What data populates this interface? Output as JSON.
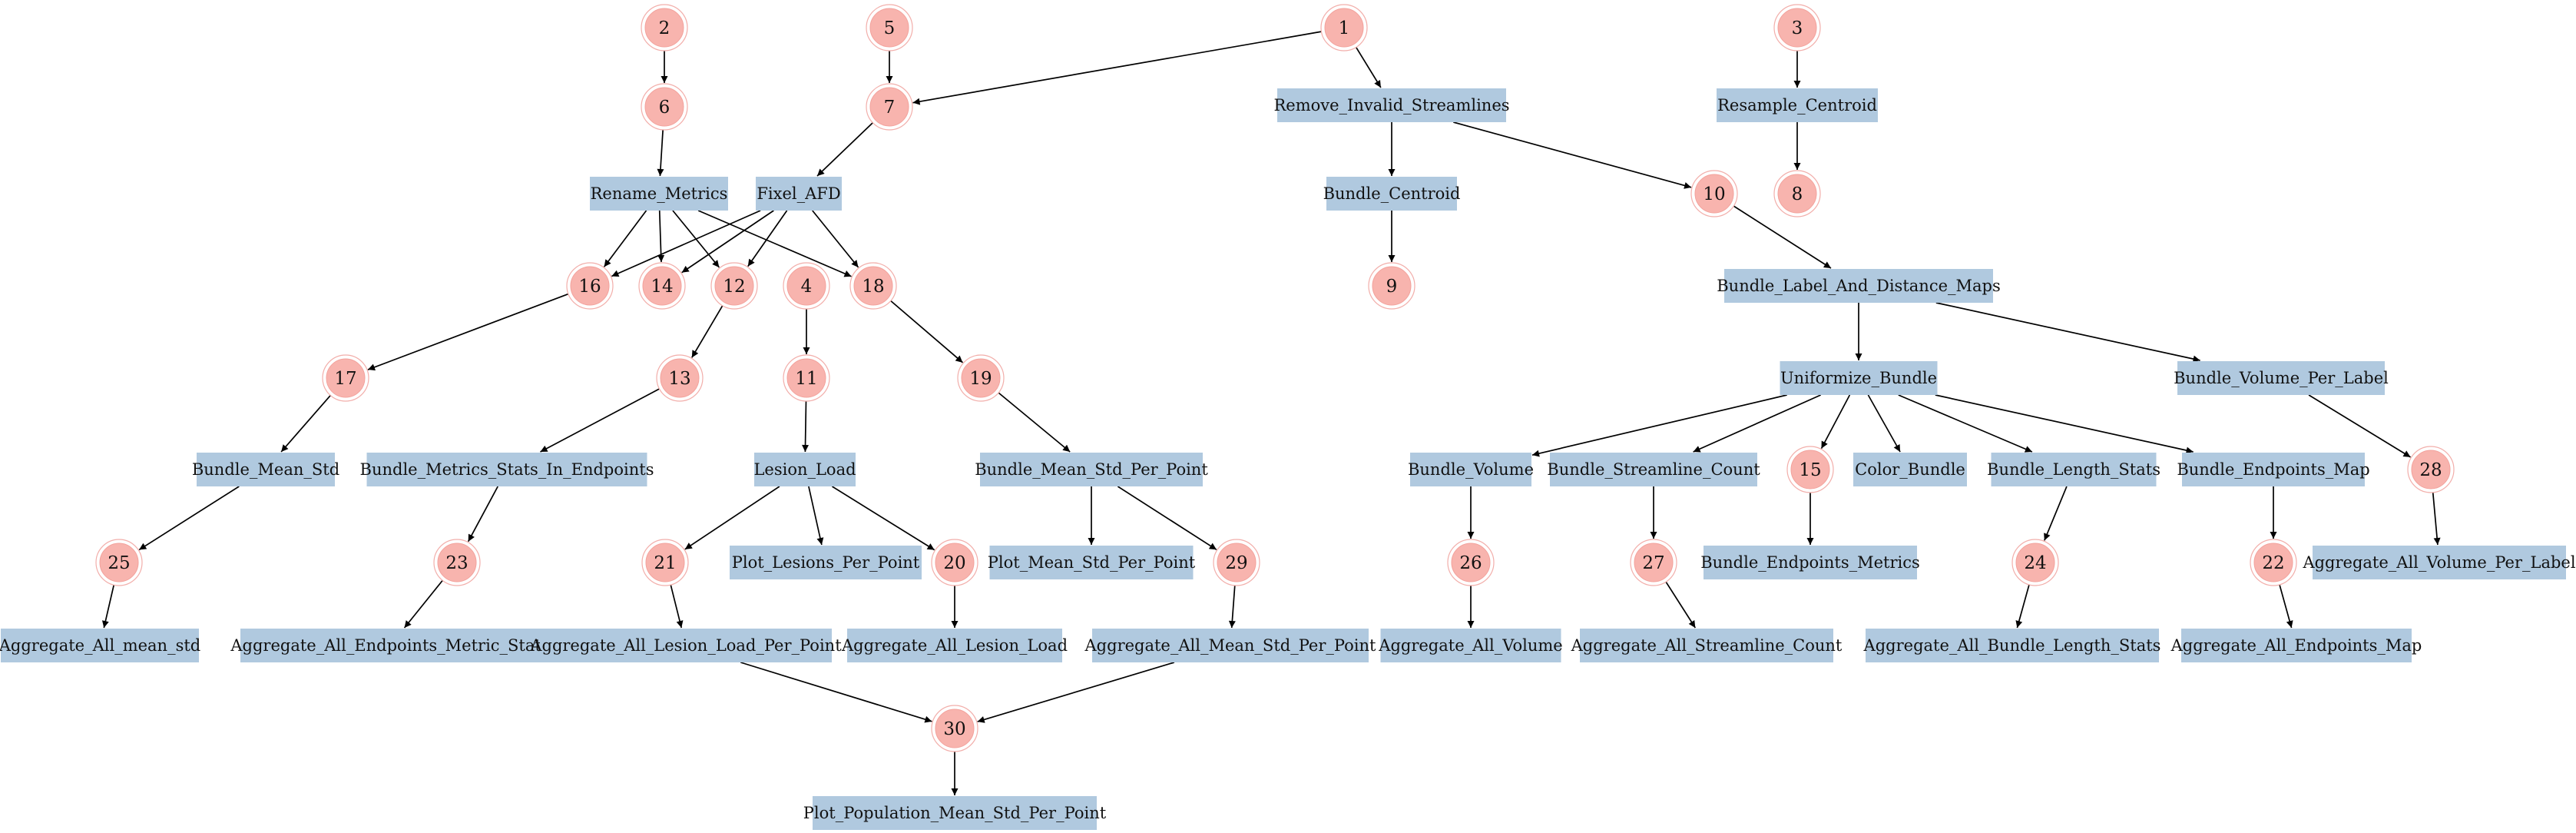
{
  "diagram": {
    "processes": [
      {
        "id": "p_rename",
        "label": "Rename_Metrics"
      },
      {
        "id": "p_fixel",
        "label": "Fixel_AFD"
      },
      {
        "id": "p_remove",
        "label": "Remove_Invalid_Streamlines"
      },
      {
        "id": "p_resample",
        "label": "Resample_Centroid"
      },
      {
        "id": "p_centroid",
        "label": "Bundle_Centroid"
      },
      {
        "id": "p_labelmaps",
        "label": "Bundle_Label_And_Distance_Maps"
      },
      {
        "id": "p_uniformize",
        "label": "Uniformize_Bundle"
      },
      {
        "id": "p_vol_label",
        "label": "Bundle_Volume_Per_Label"
      },
      {
        "id": "p_meanstd",
        "label": "Bundle_Mean_Std"
      },
      {
        "id": "p_metricsends",
        "label": "Bundle_Metrics_Stats_In_Endpoints"
      },
      {
        "id": "p_lesion",
        "label": "Lesion_Load"
      },
      {
        "id": "p_meanstd_pp",
        "label": "Bundle_Mean_Std_Per_Point"
      },
      {
        "id": "p_volume",
        "label": "Bundle_Volume"
      },
      {
        "id": "p_streamcount",
        "label": "Bundle_Streamline_Count"
      },
      {
        "id": "p_color",
        "label": "Color_Bundle"
      },
      {
        "id": "p_length",
        "label": "Bundle_Length_Stats"
      },
      {
        "id": "p_endmap",
        "label": "Bundle_Endpoints_Map"
      },
      {
        "id": "p_agg_meanstd",
        "label": "Aggregate_All_mean_std"
      },
      {
        "id": "p_agg_endmetric",
        "label": "Aggregate_All_Endpoints_Metric_Stats"
      },
      {
        "id": "p_plot_lesions",
        "label": "Plot_Lesions_Per_Point"
      },
      {
        "id": "p_plot_meanstd",
        "label": "Plot_Mean_Std_Per_Point"
      },
      {
        "id": "p_end_metrics",
        "label": "Bundle_Endpoints_Metrics"
      },
      {
        "id": "p_agg_vol_label",
        "label": "Aggregate_All_Volume_Per_Label"
      },
      {
        "id": "p_agg_lesion_pp",
        "label": "Aggregate_All_Lesion_Load_Per_Point"
      },
      {
        "id": "p_agg_lesion",
        "label": "Aggregate_All_Lesion_Load"
      },
      {
        "id": "p_agg_meanstd_pp",
        "label": "Aggregate_All_Mean_Std_Per_Point"
      },
      {
        "id": "p_agg_volume",
        "label": "Aggregate_All_Volume"
      },
      {
        "id": "p_agg_streamcount",
        "label": "Aggregate_All_Streamline_Count"
      },
      {
        "id": "p_agg_length",
        "label": "Aggregate_All_Bundle_Length_Stats"
      },
      {
        "id": "p_agg_endmap",
        "label": "Aggregate_All_Endpoints_Map"
      },
      {
        "id": "p_plot_pop",
        "label": "Plot_Population_Mean_Std_Per_Point"
      }
    ],
    "channels": [
      {
        "id": "c1",
        "label": "1"
      },
      {
        "id": "c2",
        "label": "2"
      },
      {
        "id": "c3",
        "label": "3"
      },
      {
        "id": "c4",
        "label": "4"
      },
      {
        "id": "c5",
        "label": "5"
      },
      {
        "id": "c6",
        "label": "6"
      },
      {
        "id": "c7",
        "label": "7"
      },
      {
        "id": "c8",
        "label": "8"
      },
      {
        "id": "c9",
        "label": "9"
      },
      {
        "id": "c10",
        "label": "10"
      },
      {
        "id": "c11",
        "label": "11"
      },
      {
        "id": "c12",
        "label": "12"
      },
      {
        "id": "c13",
        "label": "13"
      },
      {
        "id": "c14",
        "label": "14"
      },
      {
        "id": "c15",
        "label": "15"
      },
      {
        "id": "c16",
        "label": "16"
      },
      {
        "id": "c17",
        "label": "17"
      },
      {
        "id": "c18",
        "label": "18"
      },
      {
        "id": "c19",
        "label": "19"
      },
      {
        "id": "c20",
        "label": "20"
      },
      {
        "id": "c21",
        "label": "21"
      },
      {
        "id": "c22",
        "label": "22"
      },
      {
        "id": "c23",
        "label": "23"
      },
      {
        "id": "c24",
        "label": "24"
      },
      {
        "id": "c25",
        "label": "25"
      },
      {
        "id": "c26",
        "label": "26"
      },
      {
        "id": "c27",
        "label": "27"
      },
      {
        "id": "c28",
        "label": "28"
      },
      {
        "id": "c29",
        "label": "29"
      },
      {
        "id": "c30",
        "label": "30"
      }
    ],
    "edges": [
      [
        "c2",
        "c6"
      ],
      [
        "c6",
        "p_rename"
      ],
      [
        "c5",
        "c7"
      ],
      [
        "c1",
        "c7"
      ],
      [
        "c1",
        "p_remove"
      ],
      [
        "c3",
        "p_resample"
      ],
      [
        "p_resample",
        "c8"
      ],
      [
        "c7",
        "p_fixel"
      ],
      [
        "p_remove",
        "p_centroid"
      ],
      [
        "p_remove",
        "c10"
      ],
      [
        "p_centroid",
        "c9"
      ],
      [
        "c10",
        "p_labelmaps"
      ],
      [
        "p_labelmaps",
        "p_uniformize"
      ],
      [
        "p_labelmaps",
        "p_vol_label"
      ],
      [
        "p_rename",
        "c16"
      ],
      [
        "p_rename",
        "c14"
      ],
      [
        "p_rename",
        "c12"
      ],
      [
        "p_rename",
        "c18"
      ],
      [
        "p_fixel",
        "c16"
      ],
      [
        "p_fixel",
        "c14"
      ],
      [
        "p_fixel",
        "c12"
      ],
      [
        "p_fixel",
        "c18"
      ],
      [
        "c16",
        "c17"
      ],
      [
        "c12",
        "c13"
      ],
      [
        "c4",
        "c11"
      ],
      [
        "c18",
        "c19"
      ],
      [
        "c17",
        "p_meanstd"
      ],
      [
        "c13",
        "p_metricsends"
      ],
      [
        "c11",
        "p_lesion"
      ],
      [
        "c19",
        "p_meanstd_pp"
      ],
      [
        "p_uniformize",
        "p_volume"
      ],
      [
        "p_uniformize",
        "p_streamcount"
      ],
      [
        "p_uniformize",
        "c15"
      ],
      [
        "p_uniformize",
        "p_color"
      ],
      [
        "p_uniformize",
        "p_length"
      ],
      [
        "p_uniformize",
        "p_endmap"
      ],
      [
        "p_vol_label",
        "c28"
      ],
      [
        "p_meanstd",
        "c25"
      ],
      [
        "p_metricsends",
        "c23"
      ],
      [
        "p_lesion",
        "c21"
      ],
      [
        "p_lesion",
        "p_plot_lesions"
      ],
      [
        "p_lesion",
        "c20"
      ],
      [
        "p_meanstd_pp",
        "p_plot_meanstd"
      ],
      [
        "p_meanstd_pp",
        "c29"
      ],
      [
        "p_volume",
        "c26"
      ],
      [
        "p_streamcount",
        "c27"
      ],
      [
        "c15",
        "p_end_metrics"
      ],
      [
        "p_length",
        "c24"
      ],
      [
        "p_endmap",
        "c22"
      ],
      [
        "c28",
        "p_agg_vol_label"
      ],
      [
        "c25",
        "p_agg_meanstd"
      ],
      [
        "c23",
        "p_agg_endmetric"
      ],
      [
        "c21",
        "p_agg_lesion_pp"
      ],
      [
        "c20",
        "p_agg_lesion"
      ],
      [
        "c29",
        "p_agg_meanstd_pp"
      ],
      [
        "c26",
        "p_agg_volume"
      ],
      [
        "c27",
        "p_agg_streamcount"
      ],
      [
        "c24",
        "p_agg_length"
      ],
      [
        "c22",
        "p_agg_endmap"
      ],
      [
        "p_agg_lesion_pp",
        "c30"
      ],
      [
        "p_agg_meanstd_pp",
        "c30"
      ],
      [
        "c30",
        "p_plot_pop"
      ]
    ]
  }
}
